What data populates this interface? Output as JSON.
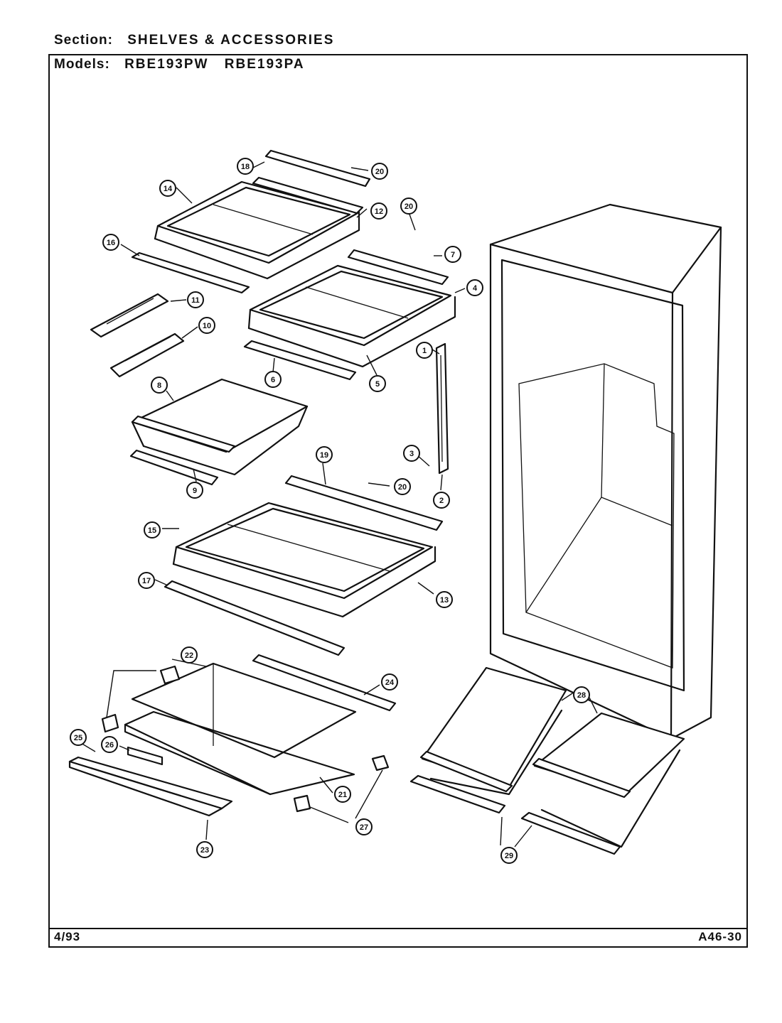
{
  "header": {
    "section_label": "Section:",
    "section_value": "SHELVES & ACCESSORIES",
    "models_label": "Models:",
    "models": [
      "RBE193PW",
      "RBE193PA"
    ]
  },
  "footer": {
    "date": "4/93",
    "code": "A46-30"
  },
  "callouts": [
    "1",
    "2",
    "3",
    "4",
    "5",
    "6",
    "7",
    "8",
    "9",
    "10",
    "11",
    "12",
    "13",
    "14",
    "15",
    "16",
    "17",
    "18",
    "19",
    "20",
    "20",
    "20",
    "21",
    "22",
    "23",
    "24",
    "25",
    "26",
    "27",
    "28",
    "29"
  ]
}
